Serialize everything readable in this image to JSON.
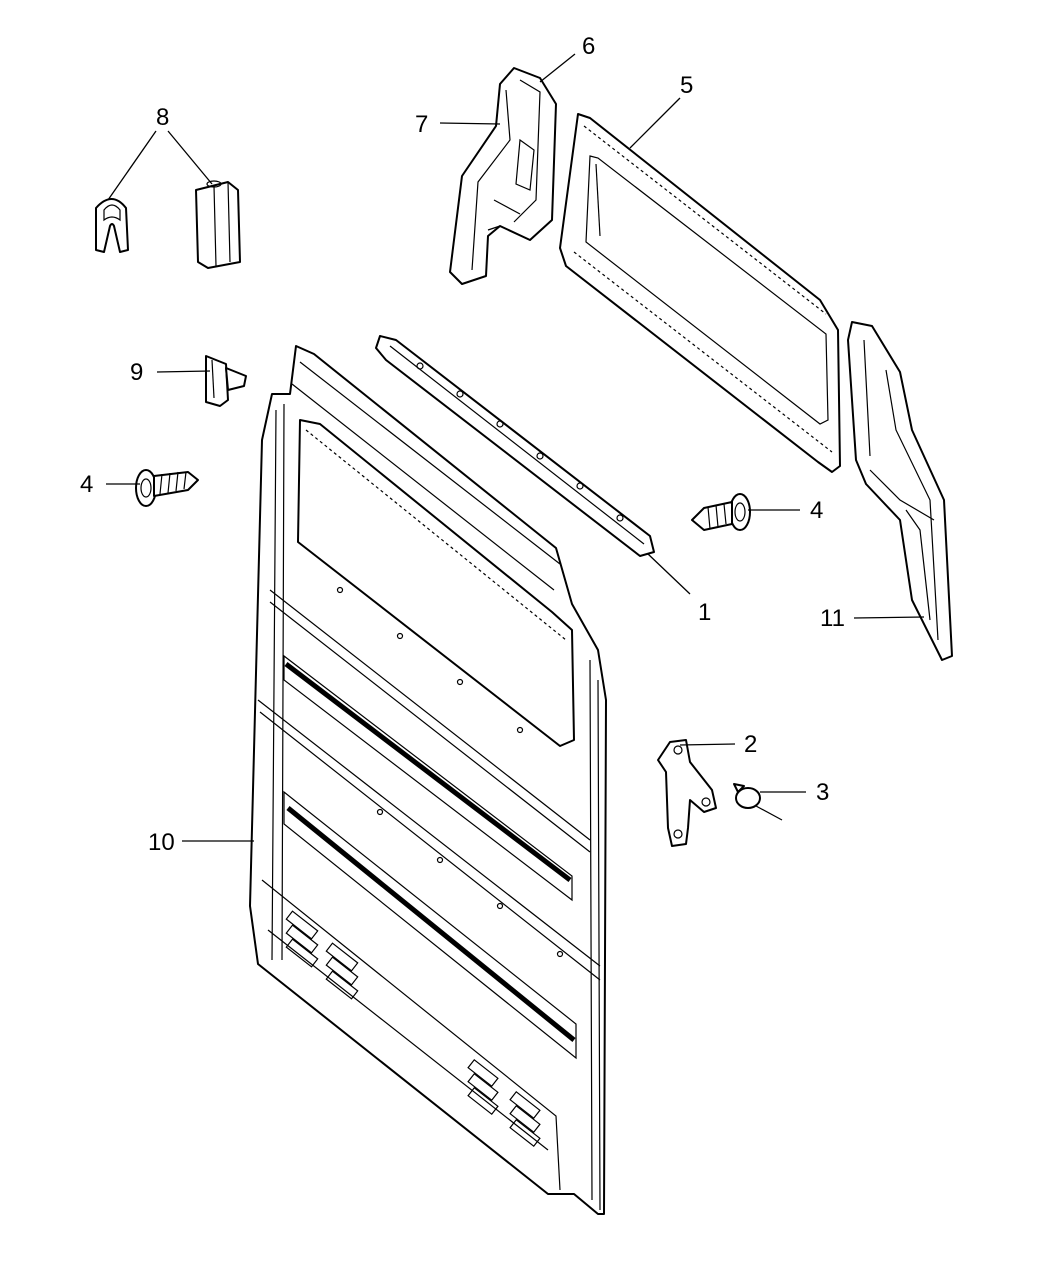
{
  "diagram": {
    "type": "exploded parts diagram",
    "background": "#ffffff",
    "line_color": "#000000",
    "callouts": [
      {
        "id": "1",
        "text": "1"
      },
      {
        "id": "2",
        "text": "2"
      },
      {
        "id": "3",
        "text": "3"
      },
      {
        "id": "4a",
        "text": "4"
      },
      {
        "id": "4b",
        "text": "4"
      },
      {
        "id": "5",
        "text": "5"
      },
      {
        "id": "6",
        "text": "6"
      },
      {
        "id": "7",
        "text": "7"
      },
      {
        "id": "8",
        "text": "8"
      },
      {
        "id": "9",
        "text": "9"
      },
      {
        "id": "10",
        "text": "10"
      },
      {
        "id": "11",
        "text": "11"
      }
    ]
  }
}
